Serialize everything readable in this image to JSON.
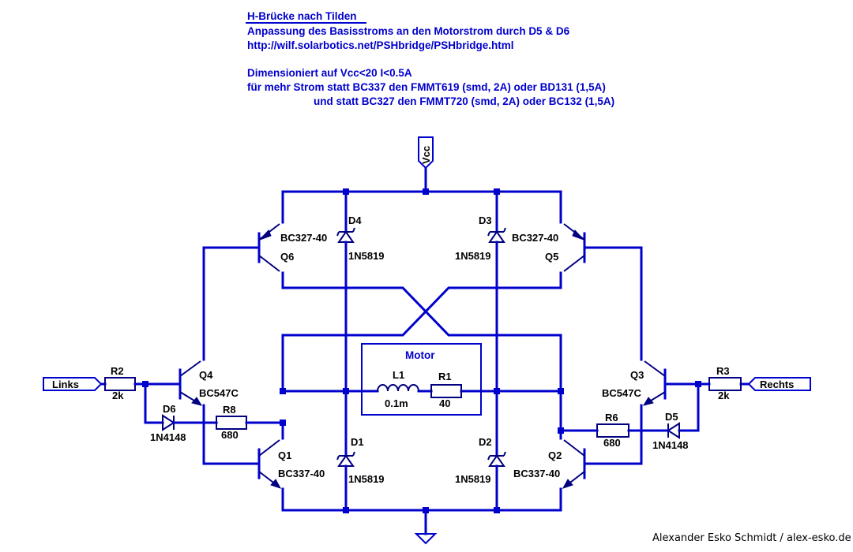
{
  "header": {
    "title": "H-Brücke nach Tilden",
    "line2": "Anpassung des Basisstroms an den Motorstrom durch D5 & D6",
    "line3": "http://wilf.solarbotics.net/PSHbridge/PSHbridge.html",
    "line4": "Dimensioniert auf Vcc<20  I<0.5A",
    "line5": "für mehr Strom statt BC337 den FMMT619 (smd, 2A) oder BD131 (1,5A)",
    "line6": "und statt BC327 den FMMT720 (smd, 2A) oder BC132 (1,5A)"
  },
  "ports": {
    "vcc": "Vcc",
    "links": "Links",
    "rechts": "Rechts"
  },
  "box": {
    "title": "Motor"
  },
  "components": {
    "q1": {
      "name": "Q1",
      "type": "BC337-40"
    },
    "q2": {
      "name": "Q2",
      "type": "BC337-40"
    },
    "q3": {
      "name": "Q3",
      "type": "BC547C"
    },
    "q4": {
      "name": "Q4",
      "type": "BC547C"
    },
    "q5": {
      "name": "Q5",
      "type": "BC327-40"
    },
    "q6": {
      "name": "Q6",
      "type": "BC327-40"
    },
    "d1": {
      "name": "D1",
      "type": "1N5819"
    },
    "d2": {
      "name": "D2",
      "type": "1N5819"
    },
    "d3": {
      "name": "D3",
      "type": "1N5819"
    },
    "d4": {
      "name": "D4",
      "type": "1N5819"
    },
    "d5": {
      "name": "D5",
      "type": "1N4148"
    },
    "d6": {
      "name": "D6",
      "type": "1N4148"
    },
    "r1": {
      "name": "R1",
      "value": "40"
    },
    "r2": {
      "name": "R2",
      "value": "2k"
    },
    "r3": {
      "name": "R3",
      "value": "2k"
    },
    "r6": {
      "name": "R6",
      "value": "680"
    },
    "r8": {
      "name": "R8",
      "value": "680"
    },
    "l1": {
      "name": "L1",
      "value": "0.1m"
    }
  },
  "credit": "Alexander Esko Schmidt / alex-esko.de",
  "colors": {
    "wire": "#0000cc",
    "component": "#000080",
    "background": "#ffffff"
  }
}
